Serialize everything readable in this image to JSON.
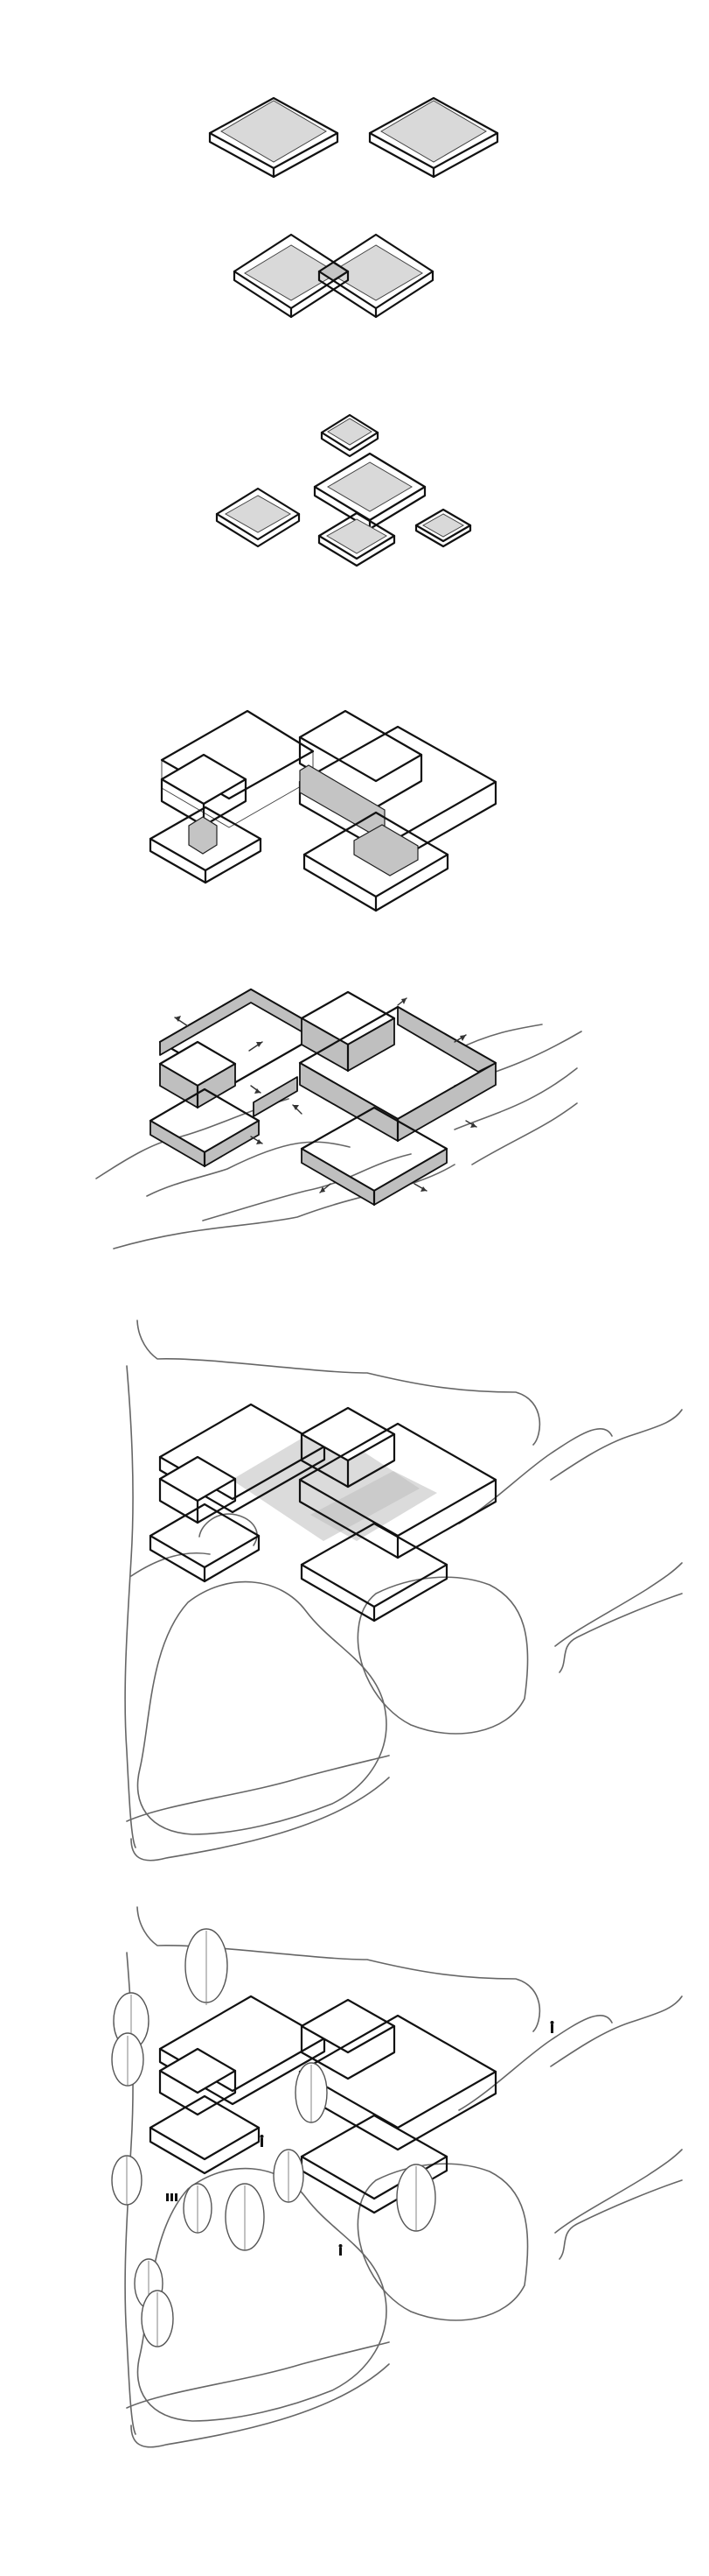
{
  "diagram": {
    "type": "isometric-massing-sequence",
    "stages": [
      {
        "id": 1,
        "content": "two-separate-plates"
      },
      {
        "id": 2,
        "content": "two-overlapping-plates"
      },
      {
        "id": 3,
        "content": "five-scattered-plates"
      },
      {
        "id": 4,
        "content": "stacked-volumes"
      },
      {
        "id": 5,
        "content": "volumes-with-contours-and-arrows"
      },
      {
        "id": 6,
        "content": "volumes-on-site-plan"
      },
      {
        "id": 7,
        "content": "volumes-with-trees-and-people"
      }
    ],
    "colors": {
      "line": "#111111",
      "fill": "#d9d9d9",
      "site": "#666666",
      "background": "#ffffff"
    }
  }
}
